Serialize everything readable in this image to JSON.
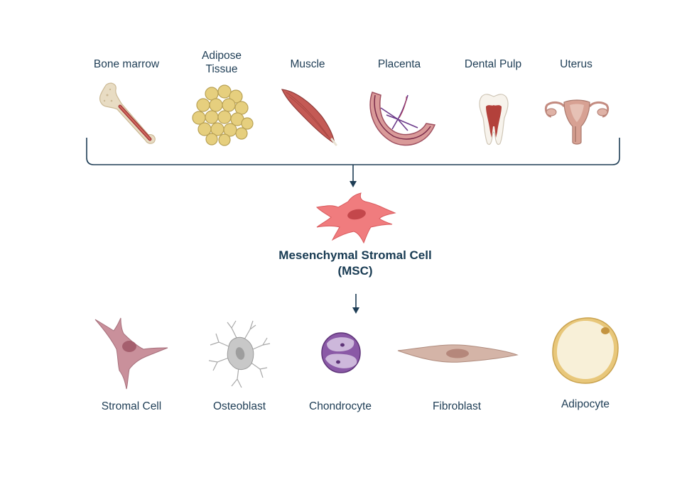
{
  "sources": [
    {
      "label_lines": [
        "Bone marrow"
      ]
    },
    {
      "label_lines": [
        "Adipose",
        "Tissue"
      ]
    },
    {
      "label_lines": [
        "Muscle"
      ]
    },
    {
      "label_lines": [
        "Placenta"
      ]
    },
    {
      "label_lines": [
        "Dental Pulp"
      ]
    },
    {
      "label_lines": [
        "Uterus"
      ]
    }
  ],
  "center": {
    "title_line1": "Mesenchymal Stromal Cell",
    "title_line2": "(MSC)"
  },
  "outputs": [
    {
      "label": "Stromal Cell"
    },
    {
      "label": "Osteoblast"
    },
    {
      "label": "Chondrocyte"
    },
    {
      "label": "Fibroblast"
    },
    {
      "label": "Adipocyte"
    }
  ],
  "colors": {
    "connector": "#1e3d55",
    "msc": "#f07c7e",
    "stromal": "#c9909b",
    "osteoblast": "#bdbdbd",
    "chondrocyte": "#8a59a6",
    "fibroblast": "#d4b4a7",
    "adipocyte": "#f6e8b8"
  }
}
